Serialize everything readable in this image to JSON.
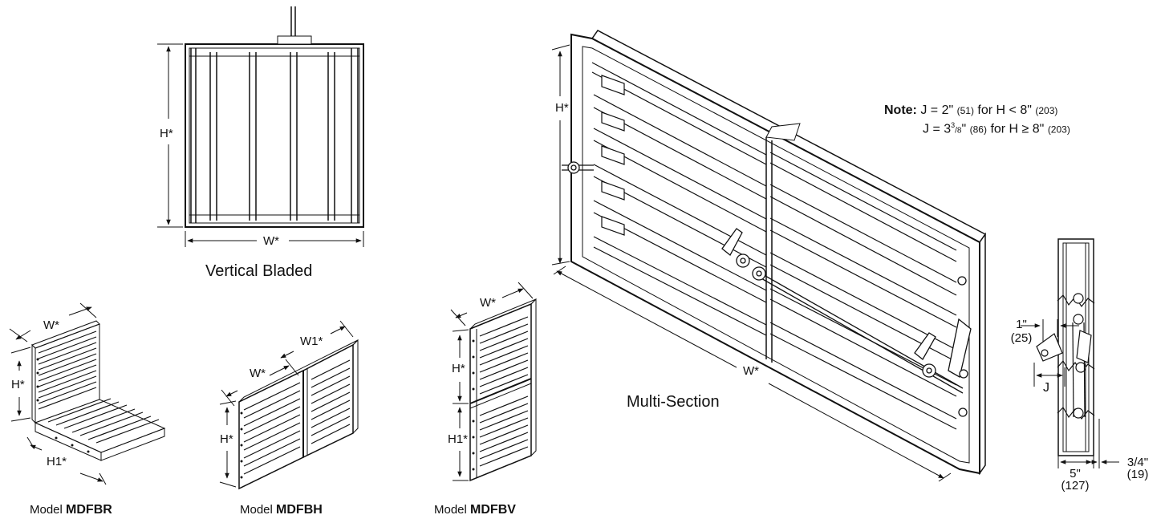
{
  "vertical": {
    "caption": "Vertical Bladed",
    "height": "H*",
    "width": "W*"
  },
  "multi": {
    "caption": "Multi-Section",
    "height": "H*",
    "width": "W*"
  },
  "note": {
    "label": "Note:",
    "line1_a": "J = 2\"",
    "line1_b": "(51)",
    "line1_c": "for H < 8\"",
    "line1_d": "(203)",
    "line2_a": "J = 3",
    "line2_sup": "3",
    "line2_frac": "/8",
    "line2_b": "\"",
    "line2_c": "(86)",
    "line2_d": "for H ≥ 8\"",
    "line2_e": "(203)"
  },
  "side": {
    "d1_in": "1\"",
    "d1_mm": "(25)",
    "j": "J",
    "d5_in": "5\"",
    "d5_mm": "(127)",
    "d34_in": "3/4\"",
    "d34_mm": "(19)"
  },
  "mdfbr": {
    "model_prefix": "Model",
    "model_name": "MDFBR",
    "w": "W*",
    "h": "H*",
    "h1": "H1*"
  },
  "mdfbh": {
    "model_prefix": "Model",
    "model_name": "MDFBH",
    "w": "W*",
    "w1": "W1*",
    "h": "H*"
  },
  "mdfbv": {
    "model_prefix": "Model",
    "model_name": "MDFBV",
    "w": "W*",
    "h": "H*",
    "h1": "H1*"
  }
}
